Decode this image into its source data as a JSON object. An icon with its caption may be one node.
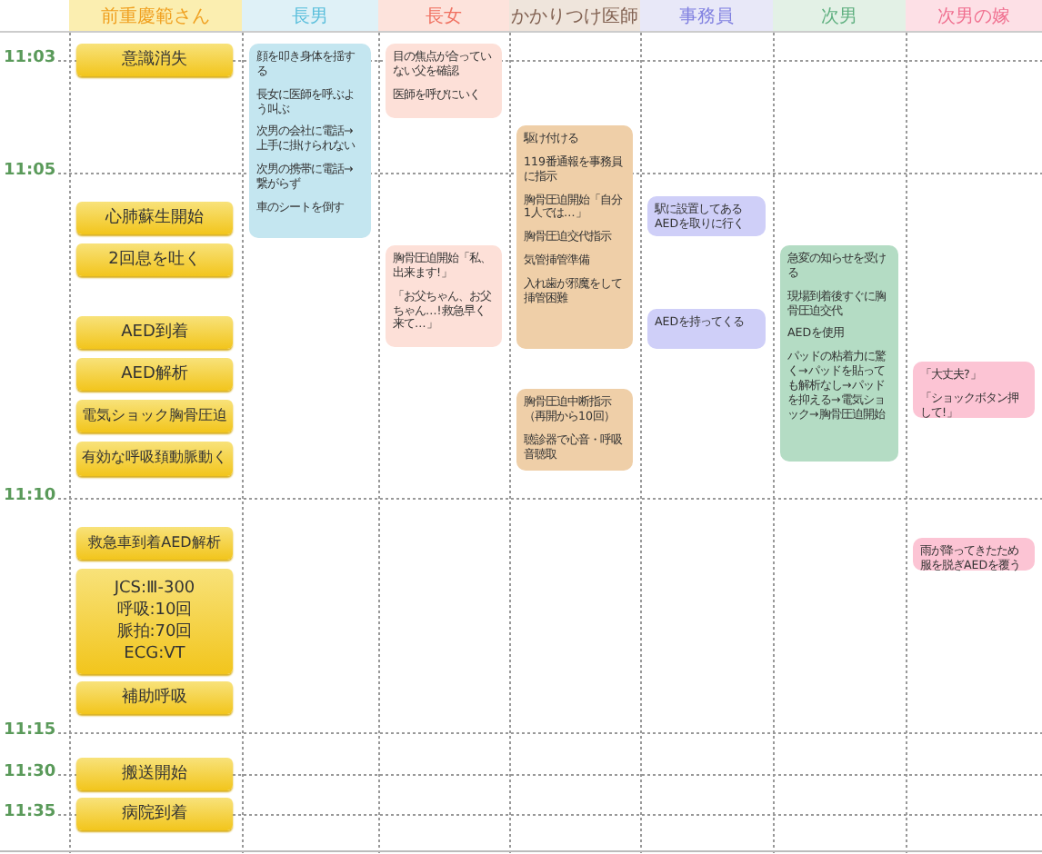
{
  "diagram": {
    "nodes": [
      {
        "text": [
          "前重慶範さん"
        ]
      },
      {
        "text": [
          "長男"
        ]
      },
      {
        "text": [
          "長女"
        ]
      },
      {
        "text": [
          "かかりつけ医師"
        ]
      },
      {
        "text": [
          "事務員"
        ]
      },
      {
        "text": [
          "次男"
        ]
      },
      {
        "text": [
          "次男の嫁"
        ]
      },
      {
        "text": [
          "意識消失"
        ]
      },
      {
        "text": [
          "心肺蘇生開始"
        ]
      },
      {
        "text": [
          "2回息を吐く"
        ]
      },
      {
        "text": [
          "AED到着"
        ]
      },
      {
        "text": [
          "AED解析"
        ]
      },
      {
        "text": [
          "電気ショック胸骨圧迫"
        ]
      },
      {
        "text": [
          "有効な呼吸頚動脈動く"
        ]
      },
      {
        "text": [
          "救急車到着AED解析"
        ]
      },
      {
        "text": [
          "JCS:Ⅲ-300",
          "呼吸:10回",
          "脈拍:70回",
          "ECG:VT"
        ]
      },
      {
        "text": [
          "補助呼吸"
        ]
      },
      {
        "text": [
          "搬送開始"
        ]
      },
      {
        "text": [
          "病院到着"
        ]
      },
      {
        "text": [
          "顔を叩き身体を揺する",
          "長女に医師を呼ぶよう叫ぶ",
          "次男の会社に電話→上手に掛けられない",
          "次男の携帯に電話→繋がらず",
          "車のシートを倒す"
        ]
      },
      {
        "text": [
          "目の焦点が合っていない父を確認",
          "医師を呼びにいく"
        ]
      },
      {
        "text": [
          "胸骨圧迫開始「私、出来ます!」",
          "「お父ちゃん、お父ちゃん…!救急早く来て…」"
        ]
      },
      {
        "text": [
          "駆け付ける",
          "119番通報を事務員に指示",
          "胸骨圧迫開始「自分1人では…」",
          "胸骨圧迫交代指示",
          "気管挿管準備",
          "入れ歯が邪魔をして挿管困難"
        ]
      },
      {
        "text": [
          "胸骨圧迫中断指示（再開から10回）",
          "聴診器で心音・呼吸音聴取"
        ]
      },
      {
        "text": [
          "駅に設置してあるAEDを取りに行く"
        ]
      },
      {
        "text": [
          "AEDを持ってくる"
        ]
      },
      {
        "text": [
          "急変の知らせを受ける",
          "現場到着後すぐに胸骨圧迫交代",
          "AEDを使用",
          "パッドの粘着力に驚く→パッドを貼っても解析なし→パッドを抑える→電気ショック→胸骨圧迫開始"
        ]
      },
      {
        "text": [
          "「大丈夫?」",
          "「ショックボタン押して!」"
        ]
      },
      {
        "text": [
          "雨が降ってきたため服を脱ぎAEDを覆う"
        ]
      }
    ],
    "labels": [
      "11:03",
      "11:05",
      "11:10",
      "11:15",
      "11:30",
      "11:35"
    ]
  }
}
